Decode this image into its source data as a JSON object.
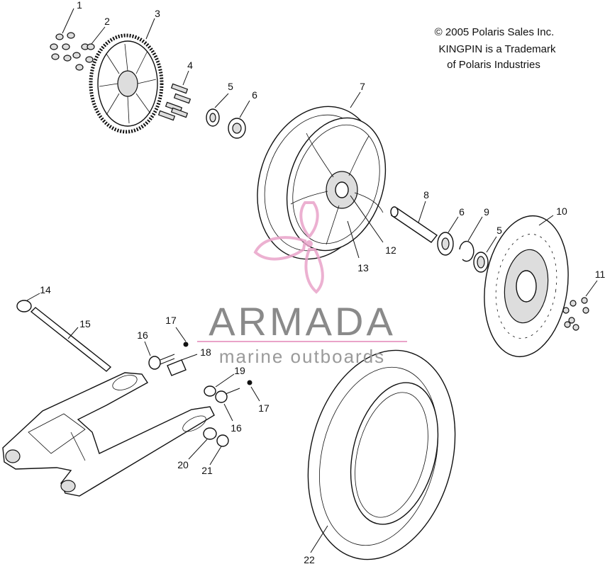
{
  "copyright": {
    "line1": "© 2005 Polaris Sales Inc.",
    "line2": "KINGPIN is a Trademark",
    "line3": "of Polaris Industries"
  },
  "watermark": {
    "brand": "ARMADA",
    "tagline": "marine outboards",
    "logo_color": "#e9a3c9",
    "text_color": "#8a8a8a"
  },
  "callouts": {
    "c1": "1",
    "c2": "2",
    "c3": "3",
    "c4": "4",
    "c5a": "5",
    "c6a": "6",
    "c7": "7",
    "c8": "8",
    "c6b": "6",
    "c9": "9",
    "c10": "10",
    "c5b": "5",
    "c11": "11",
    "c12": "12",
    "c13": "13",
    "c14": "14",
    "c15": "15",
    "c16a": "16",
    "c17a": "17",
    "c18": "18",
    "c19": "19",
    "c17b": "17",
    "c16b": "16",
    "c20": "20",
    "c21": "21",
    "c22": "22"
  }
}
